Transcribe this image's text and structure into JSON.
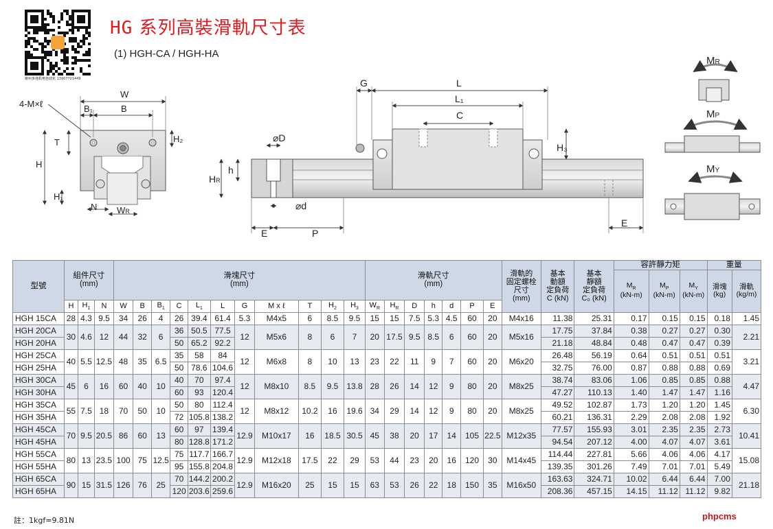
{
  "title_prefix": "HG",
  "title_main": " 系列高裝滑軌尺寸表",
  "subtitle": "(1) HGH-CA / HGH-HA",
  "qr_caption": "柳州多佳机电自动化 13907721449",
  "drawing_labels": {
    "W": "W",
    "B1": "B₁",
    "B": "B",
    "T": "T",
    "H2": "H₂",
    "H": "H",
    "H1": "H₁",
    "N": "N",
    "WR": "W",
    "WR_sub": "R",
    "MxL": "4-M×ℓ",
    "G": "G",
    "L": "L",
    "L1": "L₁",
    "C": "C",
    "H3": "H₃",
    "phiD": "⌀D",
    "h": "h",
    "HR": "H",
    "HR_sub": "R",
    "phid": "⌀d",
    "E": "E",
    "P": "P",
    "E2": "E",
    "MR": "M",
    "MR_sub": "R",
    "MP": "M",
    "MP_sub": "P",
    "MY": "M",
    "MY_sub": "Y"
  },
  "header": {
    "model": "型號",
    "assembly": "組件尺寸",
    "assembly_unit": "(mm)",
    "block": "滑塊尺寸",
    "block_unit": "(mm)",
    "rail": "滑軌尺寸",
    "rail_unit": "(mm)",
    "bolt_l1": "滑軌的",
    "bolt_l2": "固定螺栓",
    "bolt_l3": "尺寸",
    "bolt_l4": "(mm)",
    "dyn_l1": "基本",
    "dyn_l2": "動額",
    "dyn_l3": "定負荷",
    "dyn_l4": "C (kN)",
    "sta_l1": "基本",
    "sta_l2": "靜額",
    "sta_l3": "定負荷",
    "sta_l4": "C₀ (kN)",
    "moment": "容許靜力矩",
    "weight": "重量",
    "mr": "M",
    "mr_sub": "R",
    "mp": "M",
    "mp_sub": "P",
    "my": "M",
    "my_sub": "Y",
    "mom_unit": "(kN-m)",
    "w_block": "滑塊",
    "w_block_unit": "(kg)",
    "w_rail": "滑軌",
    "w_rail_unit": "(kg/m)",
    "cols": [
      "H",
      "H",
      "N",
      "W",
      "B",
      "B",
      "C",
      "L",
      "L",
      "G",
      "M x ℓ",
      "T",
      "H",
      "H",
      "W",
      "H",
      "D",
      "h",
      "d",
      "P",
      "E"
    ],
    "col_subs": [
      "",
      "1",
      "",
      "",
      "",
      "1",
      "",
      "1",
      "",
      "",
      "",
      "",
      "2",
      "3",
      "R",
      "R",
      "",
      "",
      "",
      "",
      ""
    ]
  },
  "rows": [
    {
      "models": [
        "HGH 15CA"
      ],
      "H": "28",
      "H1": "4.3",
      "N": "9.5",
      "W": "34",
      "B": "26",
      "B1": "4",
      "C": [
        "26"
      ],
      "L1": [
        "39.4"
      ],
      "L": [
        "61.4"
      ],
      "G": "5.3",
      "MxL": "M4x5",
      "T": "6",
      "H2": "8.5",
      "H3": "9.5",
      "WR": "15",
      "HR": "15",
      "D": "7.5",
      "h": "5.3",
      "d": "4.5",
      "P": "60",
      "E": "20",
      "bolt": "M4x16",
      "Cd": [
        "11.38"
      ],
      "C0": [
        "25.31"
      ],
      "MR": [
        "0.17"
      ],
      "MP": [
        "0.15"
      ],
      "MY": [
        "0.15"
      ],
      "wb": [
        "0.18"
      ],
      "wr": "1.45"
    },
    {
      "models": [
        "HGH 20CA",
        "HGH 20HA"
      ],
      "H": "30",
      "H1": "4.6",
      "N": "12",
      "W": "44",
      "B": "32",
      "B1": "6",
      "C": [
        "36",
        "50"
      ],
      "L1": [
        "50.5",
        "65.2"
      ],
      "L": [
        "77.5",
        "92.2"
      ],
      "G": "12",
      "MxL": "M5x6",
      "T": "8",
      "H2": "6",
      "H3": "7",
      "WR": "20",
      "HR": "17.5",
      "D": "9.5",
      "h": "8.5",
      "d": "6",
      "P": "60",
      "E": "20",
      "bolt": "M5x16",
      "Cd": [
        "17.75",
        "21.18"
      ],
      "C0": [
        "37.84",
        "48.84"
      ],
      "MR": [
        "0.38",
        "0.48"
      ],
      "MP": [
        "0.27",
        "0.47"
      ],
      "MY": [
        "0.27",
        "0.47"
      ],
      "wb": [
        "0.30",
        "0.39"
      ],
      "wr": "2.21"
    },
    {
      "models": [
        "HGH 25CA",
        "HGH 25HA"
      ],
      "H": "40",
      "H1": "5.5",
      "N": "12.5",
      "W": "48",
      "B": "35",
      "B1": "6.5",
      "C": [
        "35",
        "50"
      ],
      "L1": [
        "58",
        "78.6"
      ],
      "L": [
        "84",
        "104.6"
      ],
      "G": "12",
      "MxL": "M6x8",
      "T": "8",
      "H2": "10",
      "H3": "13",
      "WR": "23",
      "HR": "22",
      "D": "11",
      "h": "9",
      "d": "7",
      "P": "60",
      "E": "20",
      "bolt": "M6x20",
      "Cd": [
        "26.48",
        "32.75"
      ],
      "C0": [
        "56.19",
        "76.00"
      ],
      "MR": [
        "0.64",
        "0.87"
      ],
      "MP": [
        "0.51",
        "0.88"
      ],
      "MY": [
        "0.51",
        "0.88"
      ],
      "wb": [
        "0.51",
        "0.69"
      ],
      "wr": "3.21"
    },
    {
      "models": [
        "HGH 30CA",
        "HGH 30HA"
      ],
      "H": "45",
      "H1": "6",
      "N": "16",
      "W": "60",
      "B": "40",
      "B1": "10",
      "C": [
        "40",
        "60"
      ],
      "L1": [
        "70",
        "93"
      ],
      "L": [
        "97.4",
        "120.4"
      ],
      "G": "12",
      "MxL": "M8x10",
      "T": "8.5",
      "H2": "9.5",
      "H3": "13.8",
      "WR": "28",
      "HR": "26",
      "D": "14",
      "h": "12",
      "d": "9",
      "P": "80",
      "E": "20",
      "bolt": "M8x25",
      "Cd": [
        "38.74",
        "47.27"
      ],
      "C0": [
        "83.06",
        "110.13"
      ],
      "MR": [
        "1.06",
        "1.40"
      ],
      "MP": [
        "0.85",
        "1.47"
      ],
      "MY": [
        "0.85",
        "1.47"
      ],
      "wb": [
        "0.88",
        "1.16"
      ],
      "wr": "4.47"
    },
    {
      "models": [
        "HGH 35CA",
        "HGH 35HA"
      ],
      "H": "55",
      "H1": "7.5",
      "N": "18",
      "W": "70",
      "B": "50",
      "B1": "10",
      "C": [
        "50",
        "72"
      ],
      "L1": [
        "80",
        "105.8"
      ],
      "L": [
        "112.4",
        "138.2"
      ],
      "G": "12",
      "MxL": "M8x12",
      "T": "10.2",
      "H2": "16",
      "H3": "19.6",
      "WR": "34",
      "HR": "29",
      "D": "14",
      "h": "12",
      "d": "9",
      "P": "80",
      "E": "20",
      "bolt": "M8x25",
      "Cd": [
        "49.52",
        "60.21"
      ],
      "C0": [
        "102.87",
        "136.31"
      ],
      "MR": [
        "1.73",
        "2.29"
      ],
      "MP": [
        "1.20",
        "2.08"
      ],
      "MY": [
        "1.20",
        "2.08"
      ],
      "wb": [
        "1.45",
        "1.92"
      ],
      "wr": "6.30"
    },
    {
      "models": [
        "HGH 45CA",
        "HGH 45HA"
      ],
      "H": "70",
      "H1": "9.5",
      "N": "20.5",
      "W": "86",
      "B": "60",
      "B1": "13",
      "C": [
        "60",
        "80"
      ],
      "L1": [
        "97",
        "128.8"
      ],
      "L": [
        "139.4",
        "171.2"
      ],
      "G": "12.9",
      "MxL": "M10x17",
      "T": "16",
      "H2": "18.5",
      "H3": "30.5",
      "WR": "45",
      "HR": "38",
      "D": "20",
      "h": "17",
      "d": "14",
      "P": "105",
      "E": "22.5",
      "bolt": "M12x35",
      "Cd": [
        "77.57",
        "94.54"
      ],
      "C0": [
        "155.93",
        "207.12"
      ],
      "MR": [
        "3.01",
        "4.00"
      ],
      "MP": [
        "2.35",
        "4.07"
      ],
      "MY": [
        "2.35",
        "4.07"
      ],
      "wb": [
        "2.73",
        "3.61"
      ],
      "wr": "10.41"
    },
    {
      "models": [
        "HGH 55CA",
        "HGH 55HA"
      ],
      "H": "80",
      "H1": "13",
      "N": "23.5",
      "W": "100",
      "B": "75",
      "B1": "12.5",
      "C": [
        "75",
        "95"
      ],
      "L1": [
        "117.7",
        "155.8"
      ],
      "L": [
        "166.7",
        "204.8"
      ],
      "G": "12.9",
      "MxL": "M12x18",
      "T": "17.5",
      "H2": "22",
      "H3": "29",
      "WR": "53",
      "HR": "44",
      "D": "23",
      "h": "20",
      "d": "16",
      "P": "120",
      "E": "30",
      "bolt": "M14x45",
      "Cd": [
        "114.44",
        "139.35"
      ],
      "C0": [
        "227.81",
        "301.26"
      ],
      "MR": [
        "5.66",
        "7.49"
      ],
      "MP": [
        "4.06",
        "7.01"
      ],
      "MY": [
        "4.06",
        "7.01"
      ],
      "wb": [
        "4.17",
        "5.49"
      ],
      "wr": "15.08"
    },
    {
      "models": [
        "HGH 65CA",
        "HGH 65HA"
      ],
      "H": "90",
      "H1": "15",
      "N": "31.5",
      "W": "126",
      "B": "76",
      "B1": "25",
      "C": [
        "70",
        "120"
      ],
      "L1": [
        "144.2",
        "203.6"
      ],
      "L": [
        "200.2",
        "259.6"
      ],
      "G": "12.9",
      "MxL": "M16x20",
      "T": "25",
      "H2": "15",
      "H3": "15",
      "WR": "63",
      "HR": "53",
      "D": "26",
      "h": "22",
      "d": "18",
      "P": "150",
      "E": "35",
      "bolt": "M16x50",
      "Cd": [
        "163.63",
        "208.36"
      ],
      "C0": [
        "324.71",
        "457.15"
      ],
      "MR": [
        "10.02",
        "14.15"
      ],
      "MP": [
        "6.44",
        "11.12"
      ],
      "MY": [
        "6.44",
        "11.12"
      ],
      "wb": [
        "7.00",
        "9.82"
      ],
      "wr": "21.18"
    }
  ],
  "note": "註：1kgf=9.81N",
  "watermark": "phpcms",
  "colors": {
    "title_red": "#e0191f",
    "header_bg": "#cfd8e6",
    "row_alt": "#e6eaf1",
    "watermark": "#c3171d"
  }
}
